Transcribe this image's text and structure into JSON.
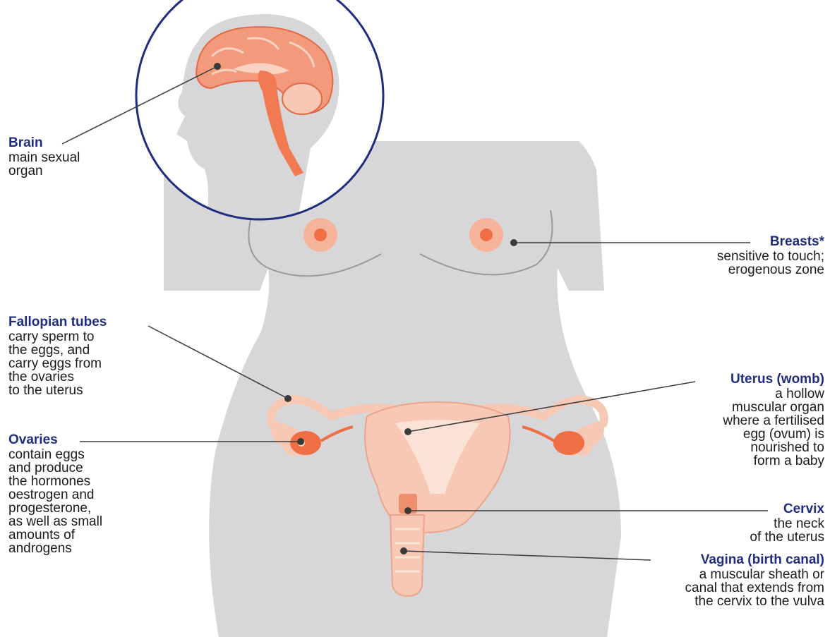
{
  "colors": {
    "body": "#d7d7d9",
    "organ": "#f7c9b4",
    "organ_dark": "#ef6e44",
    "brain": "#f39a7c",
    "label_title": "#1f2d80",
    "leader": "#3a3a3a",
    "circle": "#1f2d80"
  },
  "labels": {
    "brain": {
      "title": "Brain",
      "desc": "main sexual\norgan"
    },
    "breasts": {
      "title": "Breasts*",
      "desc": "sensitive to touch;\nerogenous zone"
    },
    "fallopian": {
      "title": "Fallopian tubes",
      "desc": "carry sperm to\nthe eggs, and\ncarry eggs from\nthe ovaries\nto the uterus"
    },
    "ovaries": {
      "title": "Ovaries",
      "desc": "contain eggs\nand produce\nthe hormones\noestrogen and\nprogesterone,\nas well as small\namounts of\nandrogens"
    },
    "uterus": {
      "title": "Uterus (womb)",
      "desc": "a hollow\nmuscular organ\nwhere a fertilised\negg (ovum) is\nnourished to\nform a baby"
    },
    "cervix": {
      "title": "Cervix",
      "desc": "the neck\nof the uterus"
    },
    "vagina": {
      "title": "Vagina (birth canal)",
      "desc": "a muscular sheath or\ncanal that extends from\nthe cervix to the vulva"
    }
  }
}
